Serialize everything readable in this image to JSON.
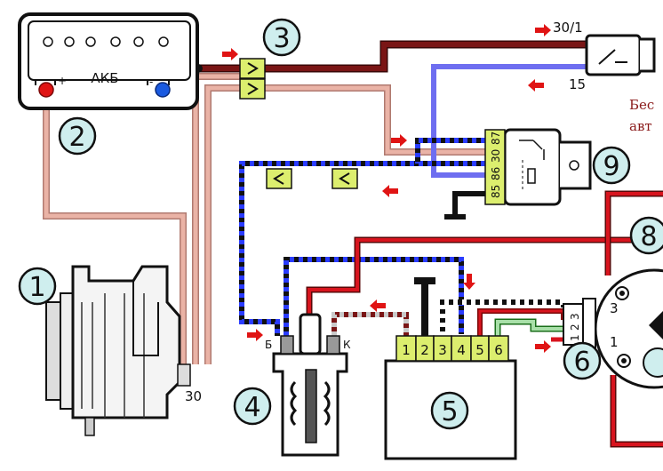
{
  "battery": {
    "label": "АКБ",
    "plus": "+",
    "minus": "-"
  },
  "generator": {
    "terminal": "30"
  },
  "ignition_switch": {
    "terminal_30_1": "30/1",
    "terminal_15": "15"
  },
  "coil": {
    "terminal_b": "Б",
    "terminal_k": "К"
  },
  "commutator": {
    "pins": [
      "1",
      "2",
      "3",
      "4",
      "5",
      "6"
    ]
  },
  "relay": {
    "pins": [
      "85",
      "86",
      "30",
      "87"
    ]
  },
  "distributor": {
    "connector_pins": [
      "1",
      "2",
      "3"
    ],
    "label_3": "3",
    "label_1": "1"
  },
  "callouts": [
    "1",
    "2",
    "3",
    "4",
    "5",
    "6",
    "8",
    "9"
  ],
  "cut_text": {
    "line1": "Бес",
    "line2": "авт"
  },
  "colors": {
    "callout_fill": "#cfeeee",
    "connector_fill": "#dcee6e",
    "wire_dark_red": "#7a1515",
    "wire_pink": "#e7a89a",
    "wire_red": "#c8141e",
    "wire_blue": "#6e6ef0",
    "arrow_red": "#e01414"
  }
}
